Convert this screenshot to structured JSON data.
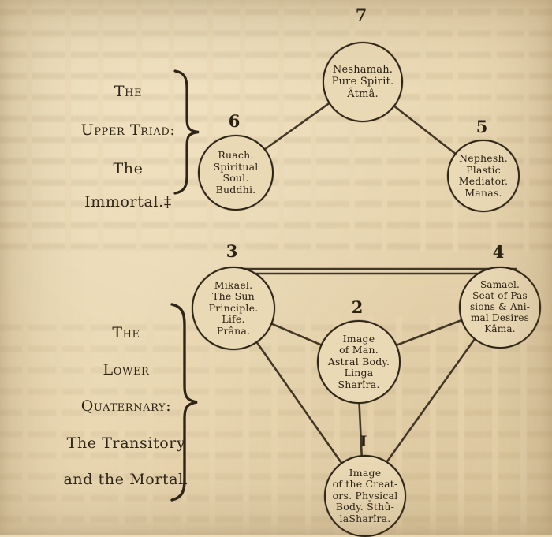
{
  "labels": {
    "upper": {
      "the": "The",
      "title": "Upper Triad:",
      "subtitle": "The Immortal.‡"
    },
    "lower": {
      "the": "The",
      "l2": "Lower",
      "l3": "Quaternary:",
      "l4": "The Transitory",
      "l5": "and the Mortal."
    }
  },
  "nodes": {
    "n7": {
      "number": "7",
      "text": "Neshamah.\nPure Spirit.\nÂtmâ."
    },
    "n6": {
      "number": "6",
      "text": "Ruach.\nSpiritual\nSoul.\nBuddhi."
    },
    "n5": {
      "number": "5",
      "text": "Nephesh.\nPlastic\nMediator.\nManas."
    },
    "n3": {
      "number": "3",
      "text": "Mikael.\nThe Sun\nPrinciple.\nLife.\nPrâna."
    },
    "n4": {
      "number": "4",
      "text": "Samael.\nSeat of Pas\nsions & Ani-\nmal Desires\nKâma."
    },
    "n2": {
      "number": "2",
      "text": "Image\nof Man.\nAstral Body.\nLinga\nSharîra."
    },
    "n1": {
      "number": "I",
      "text": "Image\nof the Creat-\nors. Physical\nBody. Sthû-\nlaSharîra."
    }
  },
  "colors": {
    "ink": "#2f2517",
    "paper": "#e9d7b2"
  }
}
